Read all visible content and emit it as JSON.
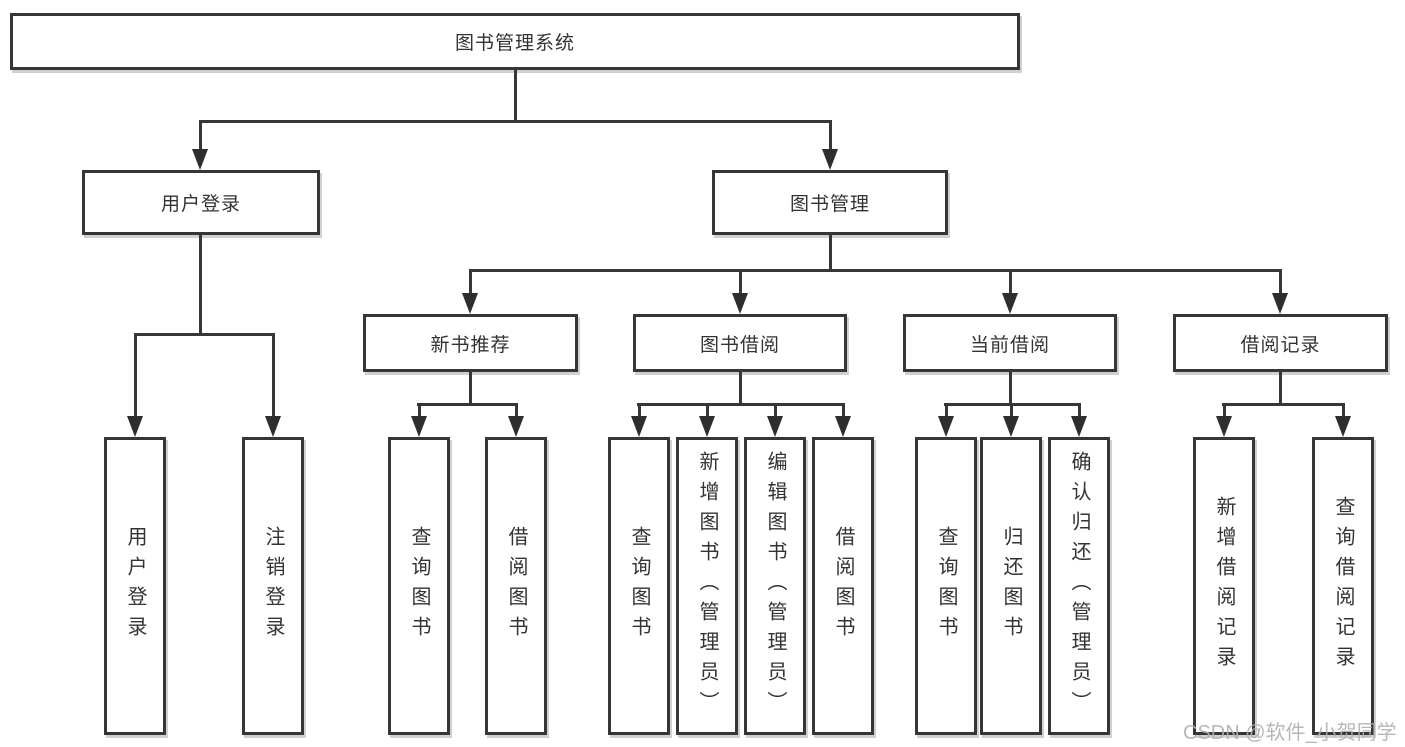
{
  "tree": {
    "label": "图书管理系统",
    "children": [
      {
        "label": "用户登录",
        "children": [
          {
            "label": "用户登录"
          },
          {
            "label": "注销登录"
          }
        ]
      },
      {
        "label": "图书管理",
        "children": [
          {
            "label": "新书推荐",
            "children": [
              {
                "label": "查询图书"
              },
              {
                "label": "借阅图书"
              }
            ]
          },
          {
            "label": "图书借阅",
            "children": [
              {
                "label": "查询图书"
              },
              {
                "label": "新增图书（管理员）"
              },
              {
                "label": "编辑图书（管理员）"
              },
              {
                "label": "借阅图书"
              }
            ]
          },
          {
            "label": "当前借阅",
            "children": [
              {
                "label": "查询图书"
              },
              {
                "label": "归还图书"
              },
              {
                "label": "确认归还（管理员）"
              }
            ]
          },
          {
            "label": "借阅记录",
            "children": [
              {
                "label": "新增借阅记录"
              },
              {
                "label": "查询借阅记录"
              }
            ]
          }
        ]
      }
    ]
  },
  "watermark": {
    "text": "CSDN @软件_小贺同学"
  },
  "colors": {
    "line": "#363636",
    "text": "#333333",
    "box_background": "#ffffff",
    "watermark": "#b0b0b0",
    "background": "#ffffff"
  }
}
